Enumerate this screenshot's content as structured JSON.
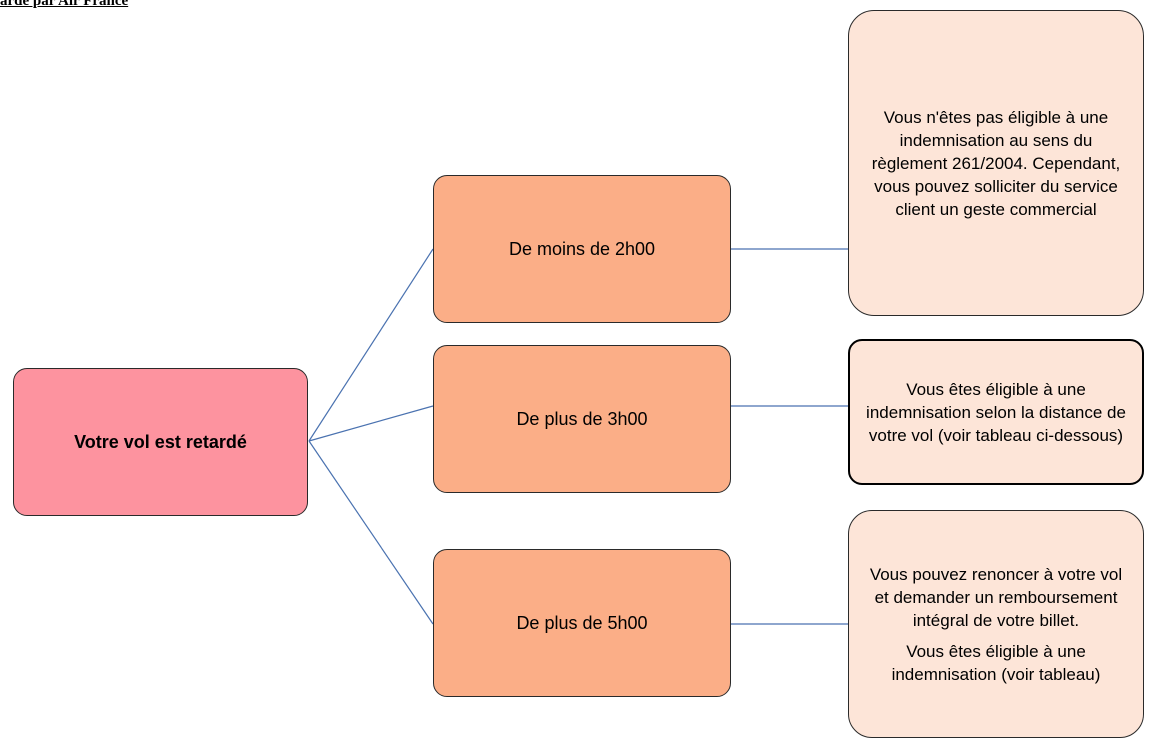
{
  "heading": "ardé par Air France",
  "colors": {
    "root_fill": "#fd939f",
    "mid_fill": "#fbae87",
    "leaf_fill": "#fde5d8",
    "connector": "#4a72b0"
  },
  "diagram": {
    "root": "Votre vol est retardé",
    "branches": [
      {
        "label": "De moins de 2h00",
        "outcome": [
          "Vous n'êtes pas éligible à une indemnisation au sens du règlement 261/2004. Cependant, vous pouvez solliciter du service client un geste commercial"
        ]
      },
      {
        "label": "De plus de 3h00",
        "outcome": [
          "Vous êtes éligible à une indemnisation selon la distance de votre vol (voir tableau ci-dessous)"
        ]
      },
      {
        "label": "De plus de 5h00",
        "outcome": [
          "Vous pouvez renoncer à votre vol et demander un remboursement intégral de votre billet.",
          "Vous êtes éligible à une indemnisation (voir tableau)"
        ]
      }
    ]
  }
}
